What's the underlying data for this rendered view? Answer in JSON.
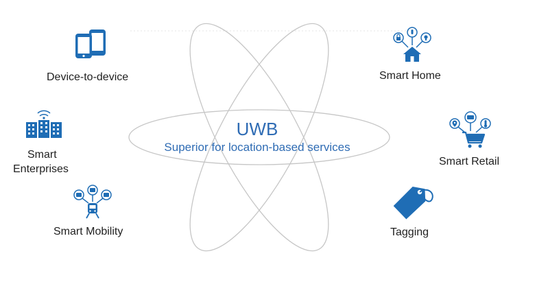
{
  "center": {
    "title": "UWB",
    "subtitle": "Superior for location-based services"
  },
  "applications": {
    "device_to_device": {
      "label": "Device-to-device",
      "icon": "smartphones-icon"
    },
    "smart_home": {
      "label": "Smart Home",
      "icon": "smart-home-icon"
    },
    "smart_enterprises": {
      "line1": "Smart",
      "line2": "Enterprises",
      "icon": "office-building-icon"
    },
    "smart_retail": {
      "label": "Smart Retail",
      "icon": "shopping-cart-icon"
    },
    "smart_mobility": {
      "label": "Smart Mobility",
      "icon": "train-icon"
    },
    "tagging": {
      "label": "Tagging",
      "icon": "tag-icon"
    }
  },
  "colors": {
    "accent": "#1f6db5",
    "orbit": "#c8c8c8",
    "text": "#1f1f1f"
  }
}
